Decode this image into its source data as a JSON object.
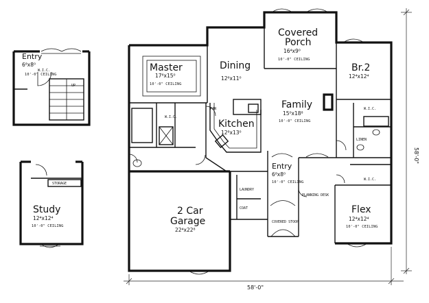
{
  "rooms": {
    "master": {
      "name": "Master",
      "dims": "17⁶x15⁰",
      "note": "10'-0\" CEILING"
    },
    "dining": {
      "name": "Dining",
      "dims": "12⁶x11⁰"
    },
    "covered_porch": {
      "name_line1": "Covered",
      "name_line2": "Porch",
      "dims": "16⁴x9⁰",
      "note": "10'-0\" CEILING"
    },
    "br2": {
      "name": "Br.2",
      "dims": "12⁴x12⁴"
    },
    "family": {
      "name": "Family",
      "dims": "15⁰x18⁸",
      "note": "10'-0\" CEILING"
    },
    "kitchen": {
      "name": "Kitchen",
      "dims": "12⁸x13⁰"
    },
    "entry_main": {
      "name": "Entry",
      "dims": "6⁸x8⁰",
      "note": "10'-0\" CEILING"
    },
    "garage": {
      "name_line1": "2 Car",
      "name_line2": "Garage",
      "dims": "22⁴x22⁸"
    },
    "flex": {
      "name": "Flex",
      "dims": "12⁴x12⁴",
      "note": "10'-0\" CEILING"
    },
    "entry_alt": {
      "name": "Entry",
      "dims": "6⁸x8⁰",
      "note": "10'-0\" CEILING"
    },
    "study": {
      "name": "Study",
      "dims": "12⁴x12⁴",
      "note": "10'-0\" CEILING"
    }
  },
  "labels": {
    "wic1": "W.I.C.",
    "wic2": "W.I.C.",
    "wic3": "W.I.C.",
    "wic4": "W.I.C.",
    "storage": "STORAGE",
    "linen": "LINEN",
    "pantry": "PAN",
    "laundry": "LAUNDRY",
    "covered_stoop": "COVERED STOOP",
    "planning_desk": "PLANNING DESK",
    "coat": "COAT",
    "up": "UP"
  },
  "dimensions": {
    "overall_width": "58'-0\"",
    "overall_depth": "58'-0\""
  }
}
